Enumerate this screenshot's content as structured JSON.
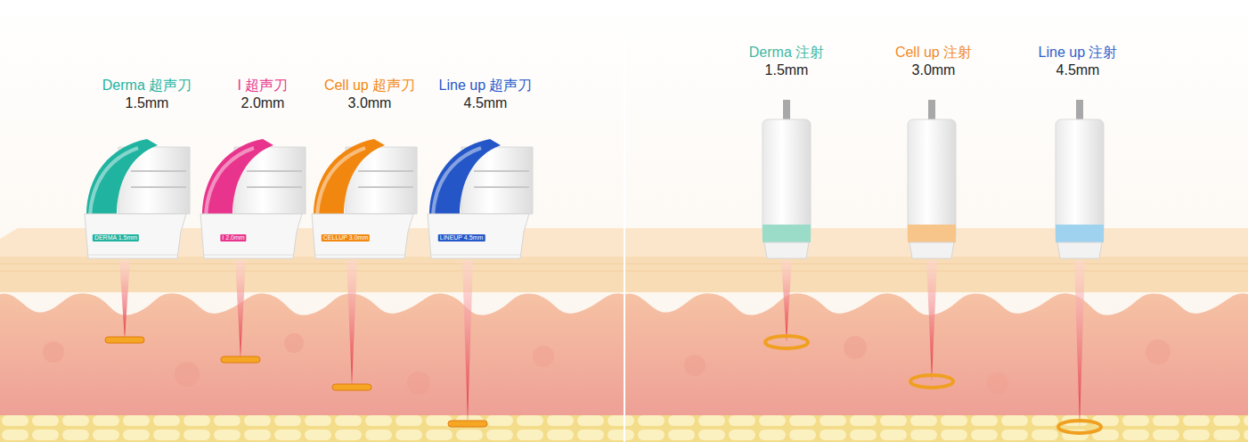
{
  "diagram": {
    "labels": [
      "Derma 超声刀",
      "1.5mm",
      "I 超声刀",
      "2.0mm",
      "Cell up 超声刀",
      "3.0mm",
      "Line up 超声刀",
      "4.5mm",
      "DERMA 1.5mm",
      "I 2.0mm",
      "CELLUP 3.0mm",
      "LINEUP 4.5mm",
      "Derma 注射",
      "1.5mm",
      "Cell up 注射",
      "3.0mm",
      "Line up 注射",
      "4.5mm"
    ]
  }
}
